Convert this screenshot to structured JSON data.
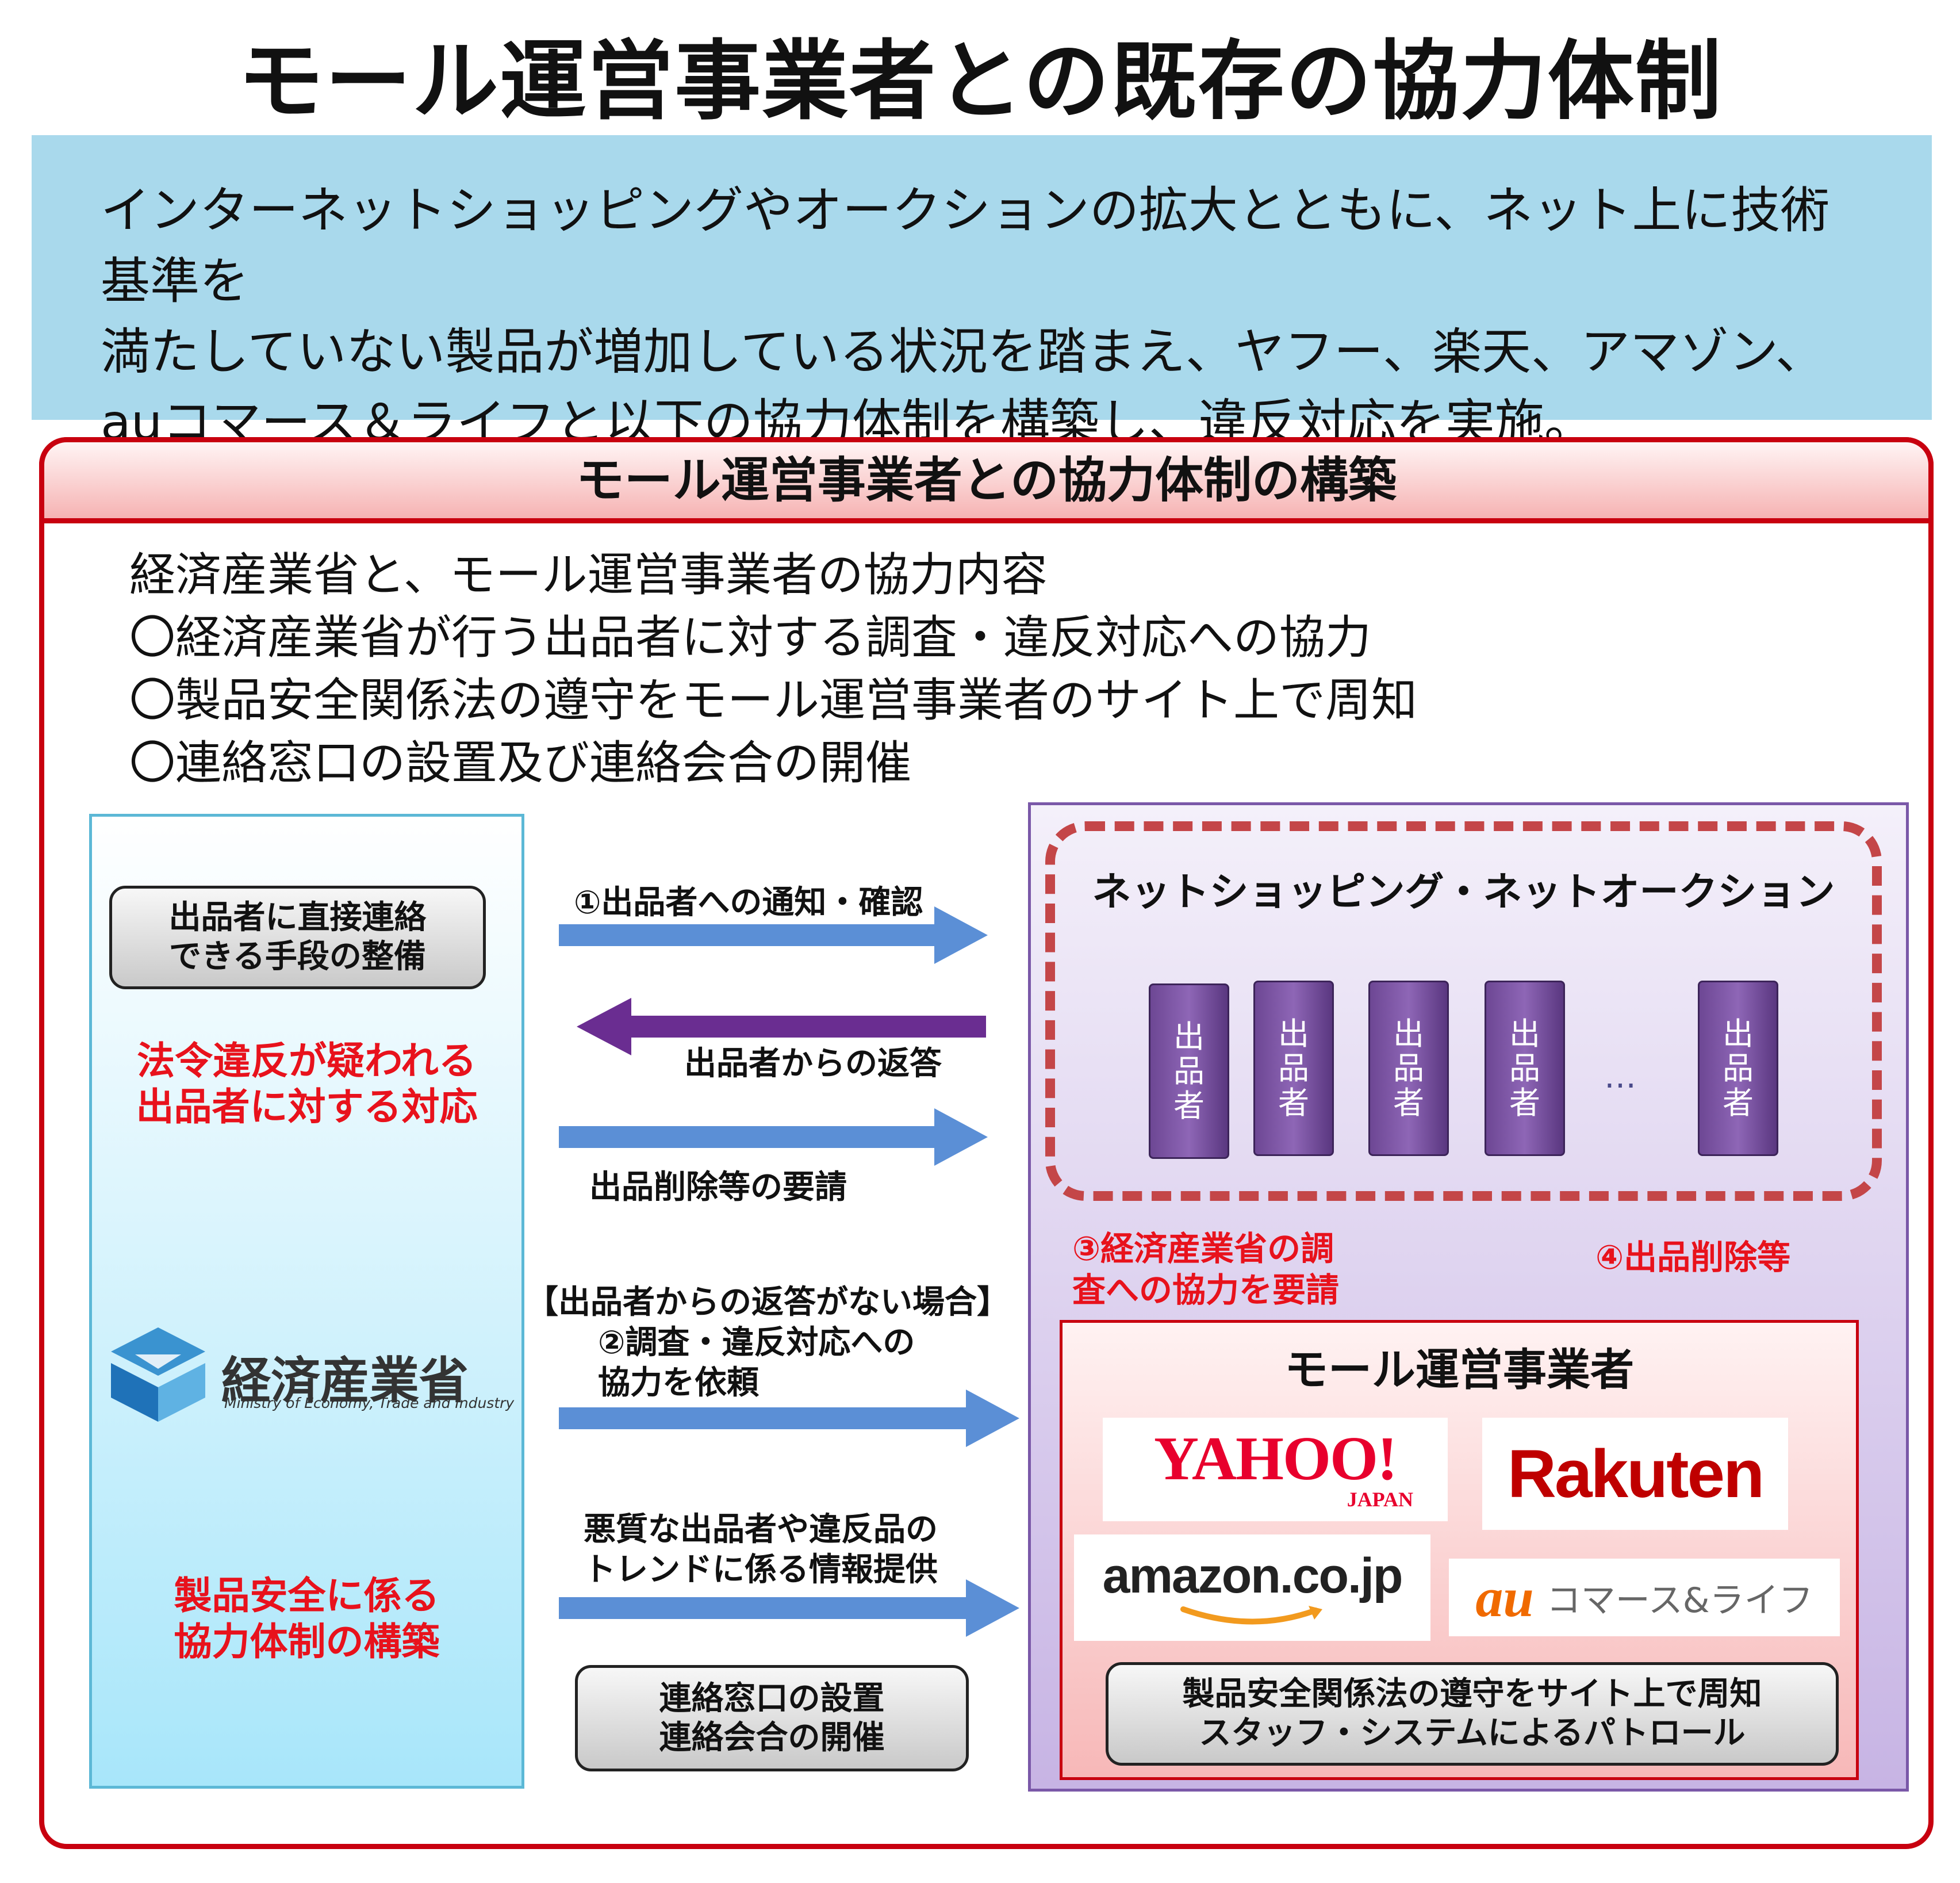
{
  "title": "モール運営事業者との既存の協力体制",
  "intro": {
    "line1": "インターネットショッピングやオークションの拡大とともに、ネット上に技術基準を",
    "line2": "満たしていない製品が増加している状況を踏まえ、ヤフー、楽天、アマゾン、",
    "line3": "auコマース＆ライフと以下の協力体制を構築し、違反対応を実施。"
  },
  "section_header": "モール運営事業者との協力体制の構築",
  "cooperation": {
    "heading": "経済産業省と、モール運営事業者の協力内容",
    "item1": "〇経済産業省が行う出品者に対する調査・違反対応への協力",
    "item2": "〇製品安全関係法の遵守をモール運営事業者のサイト上で周知",
    "item3": "〇連絡窓口の設置及び連絡会合の開催"
  },
  "left_panel": {
    "box_line1": "出品者に直接連絡",
    "box_line2": "できる手段の整備",
    "red1_line1": "法令違反が疑われる",
    "red1_line2": "出品者に対する対応",
    "logo_ja": "経済産業省",
    "logo_en": "Ministry of Economy, Trade and Industry",
    "red2_line1": "製品安全に係る",
    "red2_line2": "協力体制の構築"
  },
  "arrows": {
    "a1": "①出品者への通知・確認",
    "a2": "出品者からの返答",
    "a3": "出品削除等の要請",
    "a4_line1": "【出品者からの返答がない場合】",
    "a4_line2": "②調査・違反対応への",
    "a4_line3": "協力を依頼",
    "a5_line1": "悪質な出品者や違反品の",
    "a5_line2": "トレンドに係る情報提供"
  },
  "contact_box": {
    "line1": "連絡窓口の設置",
    "line2": "連絡会合の開催"
  },
  "net": {
    "title": "ネットショッピング・ネットオークション",
    "seller_chars": [
      "出",
      "品",
      "者"
    ],
    "ellipsis": "…"
  },
  "requests": {
    "r3_line1": "③経済産業省の調",
    "r3_line2": "査への協力を要請",
    "r4": "④出品削除等"
  },
  "mall": {
    "title": "モール運営事業者",
    "yahoo": "YAHOO!",
    "yahoo_sub": "JAPAN",
    "rakuten": "Rakuten",
    "amazon": "amazon.co.jp",
    "au_mark": "au",
    "au_text": "コマース&ライフ",
    "box_line1": "製品安全関係法の遵守をサイト上で周知",
    "box_line2": "スタッフ・システムによるパトロール"
  },
  "colors": {
    "intro_bg": "#a9d9ec",
    "frame_red": "#c8000f",
    "accent_red": "#e8121c",
    "arrow_blue": "#5b8fd6",
    "arrow_purple": "#6a2d91",
    "seller_purple": "#7a52a6"
  }
}
